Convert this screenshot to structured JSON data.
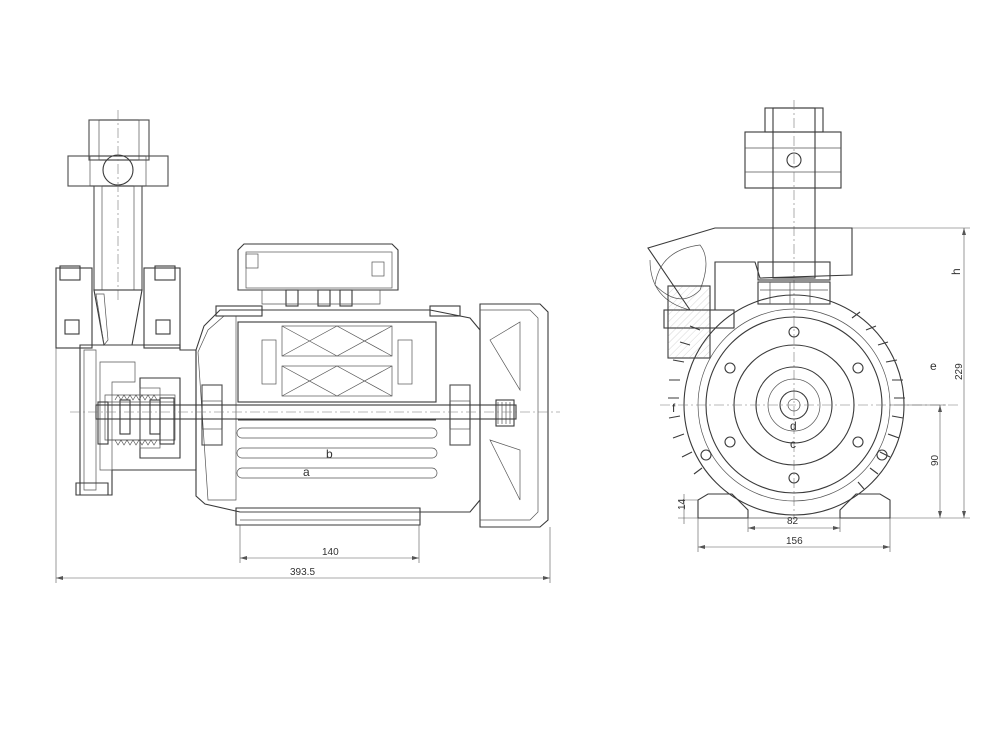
{
  "dimensions": {
    "overall_length": "393.5",
    "foot_spacing": "140",
    "foot_width": "82",
    "base_width": "156",
    "base_height": "14",
    "shaft_height": "90",
    "total_height": "229"
  },
  "labels": {
    "a": "a",
    "b": "b",
    "c": "c",
    "d": "d",
    "e": "e",
    "f": "f",
    "h": "h"
  }
}
